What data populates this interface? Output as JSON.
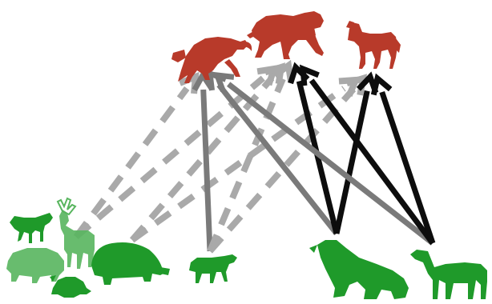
{
  "colors": {
    "predator": "#b83a2a",
    "prey": "#1f9a2a",
    "prey_light": "#58b55e",
    "arrow_dashed": "#a9a9a9",
    "arrow_gray": "#7a7a7a",
    "arrow_black": "#0d0d0d"
  },
  "predators": [
    {
      "id": "cougar",
      "icon": "cougar-silhouette-icon"
    },
    {
      "id": "sabertooth",
      "icon": "sabertooth-cat-silhouette-icon"
    },
    {
      "id": "dire-wolf",
      "icon": "dire-wolf-silhouette-icon"
    }
  ],
  "prey": [
    {
      "id": "horse-small",
      "icon": "small-horse-silhouette-icon"
    },
    {
      "id": "deer",
      "icon": "deer-silhouette-icon"
    },
    {
      "id": "tapir",
      "icon": "tapir-silhouette-icon"
    },
    {
      "id": "turtle",
      "icon": "turtle-silhouette-icon"
    },
    {
      "id": "glyptodont",
      "icon": "glyptodont-silhouette-icon"
    },
    {
      "id": "horse",
      "icon": "horse-silhouette-icon"
    },
    {
      "id": "ground-sloth",
      "icon": "ground-sloth-silhouette-icon"
    },
    {
      "id": "camelid",
      "icon": "camelid-silhouette-icon"
    }
  ],
  "links": [
    {
      "from": "deer",
      "to": "cougar",
      "style": "dashed"
    },
    {
      "from": "deer",
      "to": "sabertooth",
      "style": "dashed"
    },
    {
      "from": "glyptodont",
      "to": "sabertooth",
      "style": "dashed"
    },
    {
      "from": "glyptodont",
      "to": "dire-wolf",
      "style": "dashed"
    },
    {
      "from": "horse",
      "to": "cougar",
      "style": "gray"
    },
    {
      "from": "horse",
      "to": "sabertooth",
      "style": "dashed"
    },
    {
      "from": "horse",
      "to": "dire-wolf",
      "style": "dashed"
    },
    {
      "from": "ground-sloth",
      "to": "cougar",
      "style": "gray"
    },
    {
      "from": "ground-sloth",
      "to": "sabertooth",
      "style": "black"
    },
    {
      "from": "ground-sloth",
      "to": "dire-wolf",
      "style": "black"
    },
    {
      "from": "camelid",
      "to": "cougar",
      "style": "gray"
    },
    {
      "from": "camelid",
      "to": "sabertooth",
      "style": "black"
    },
    {
      "from": "camelid",
      "to": "dire-wolf",
      "style": "black"
    }
  ]
}
